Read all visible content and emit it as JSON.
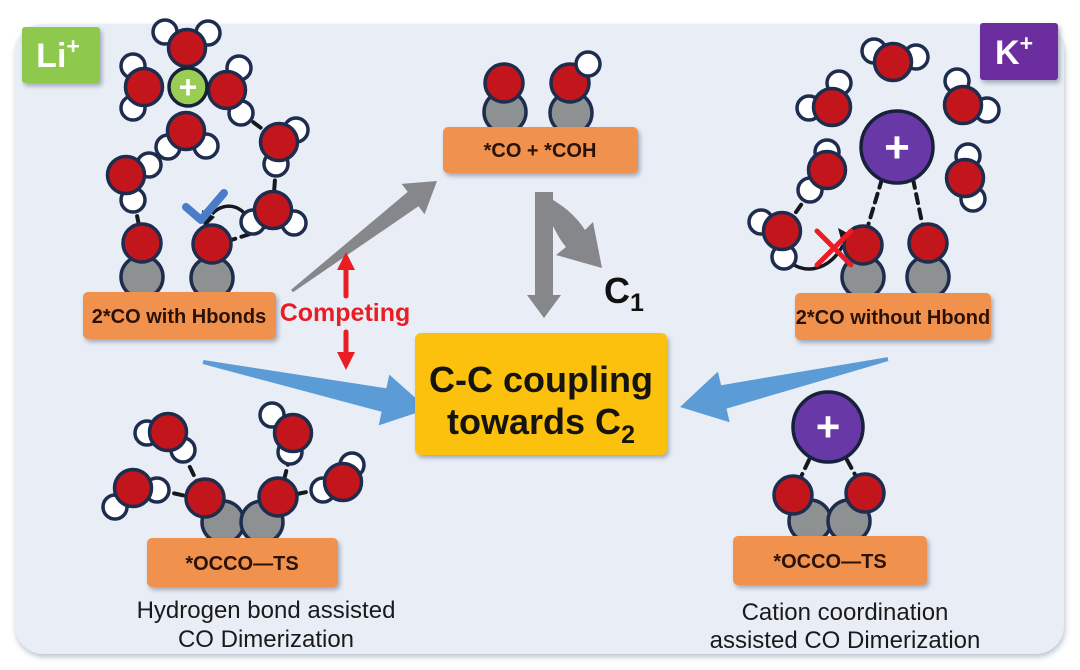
{
  "badges": {
    "lithium": {
      "symbol": "Li",
      "charge": "+"
    },
    "potassium": {
      "symbol": "K",
      "charge": "+"
    }
  },
  "boxes": {
    "left_surface": "2*CO with Hbonds",
    "top_surface": "*CO + *COH",
    "right_surface": "2*CO without Hbond",
    "bottom_left_surface": "*OCCO—TS",
    "bottom_right_surface": "*OCCO—TS",
    "coupling": {
      "line1": "C-C coupling",
      "line2": "towards C",
      "line2_sub": "2"
    }
  },
  "annotations": {
    "competing": "Competing",
    "c1": {
      "base": "C",
      "sub": "1"
    },
    "cation_plus": "+",
    "caption_left": {
      "line1": "Hydrogen bond assisted",
      "line2": "CO Dimerization"
    },
    "caption_right": {
      "line1": "Cation coordination",
      "line2": "assisted CO Dimerization"
    }
  },
  "colors": {
    "panel_bg": "#E9EEF6",
    "box_orange": "#F0914E",
    "box_yellow": "#FBC10D",
    "badge_green": "#8EC94D",
    "badge_purple": "#6C2E9F",
    "cation_green": "#9ACD53",
    "cation_purple": "#6838A6",
    "atom_red": "#C2151C",
    "atom_gray": "#8E9192",
    "outline_navy": "#1E2C4E",
    "arrow_gray": "#85878A",
    "arrow_blue": "#5C9CD6",
    "red_accent": "#EA1C24",
    "check_blue": "#4A7CC7"
  }
}
